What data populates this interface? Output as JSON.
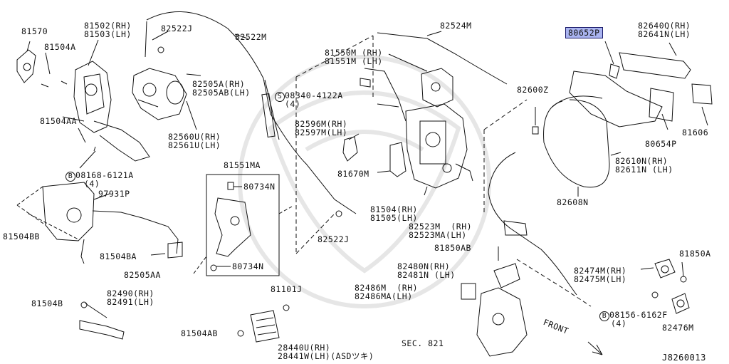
{
  "colors": {
    "line": "#111111",
    "highlight": "#aab4f0",
    "highlight_border": "#1a1a6a",
    "watermark": "#e6e6e6"
  },
  "labels": {
    "p81570": "81570",
    "p81504A": "81504A",
    "p81502": "81502(RH)",
    "p81503": "81503(LH)",
    "p82522J_top": "82522J",
    "p82522M": "82522M",
    "p81504AA": "81504AA",
    "p82505A": "82505A(RH)",
    "p82505AB": "82505AB(LH)",
    "p82560U": "82560U(RH)",
    "p82561U": "82561U(LH)",
    "p08168": "08168-6121A",
    "p08168_qty": "(4)",
    "p97931P": "97931P",
    "p81504BB": "81504BB",
    "p81504BA": "81504BA",
    "p82505AA": "82505AA",
    "p81504B": "81504B",
    "p82490": "82490(RH)",
    "p82491": "82491(LH)",
    "p81551MA": "81551MA",
    "p80734N_a": "80734N",
    "p80734N_b": "80734N",
    "p81101J": "81101J",
    "p81504AB": "81504AB",
    "p28440U": "28440U(RH)",
    "p28441W": "28441W(LH)(ASDツキ)",
    "p82524M": "82524M",
    "p81550M": "81550M (RH)",
    "p81551M": "81551M (LH)",
    "p08340": "08340-4122A",
    "p08340_qty": "(4)",
    "p82596M": "82596M(RH)",
    "p82597M": "82597M(LH)",
    "p81670M": "81670M",
    "p81504RH": "81504(RH)",
    "p81505LH": "81505(LH)",
    "p82522J_mid": "82522J",
    "p82523M": "82523M  (RH)",
    "p82523MA": "82523MA(LH)",
    "p81850AB": "81850AB",
    "p82480N": "82480N(RH)",
    "p82481N": "82481N (LH)",
    "p82486M": "82486M  (RH)",
    "p82486MA": "82486MA(LH)",
    "sec821": "SEC. 821",
    "p82600Z": "82600Z",
    "p80652P": "80652P",
    "p82640Q": "82640Q(RH)",
    "p82641N": "82641N(LH)",
    "p81606": "81606",
    "p80654P": "80654P",
    "p82610N": "82610N(RH)",
    "p82611N": "82611N (LH)",
    "p82608N": "82608N",
    "p82474M": "82474M(RH)",
    "p82475M": "82475M(LH)",
    "p81850A": "81850A",
    "p08156": "08156-6162F",
    "p08156_qty": "(4)",
    "p82476M": "82476M",
    "front": "FRONT",
    "diagram_id": "J8260013"
  },
  "circle_prefix": "B",
  "circle_prefix_s": "S"
}
